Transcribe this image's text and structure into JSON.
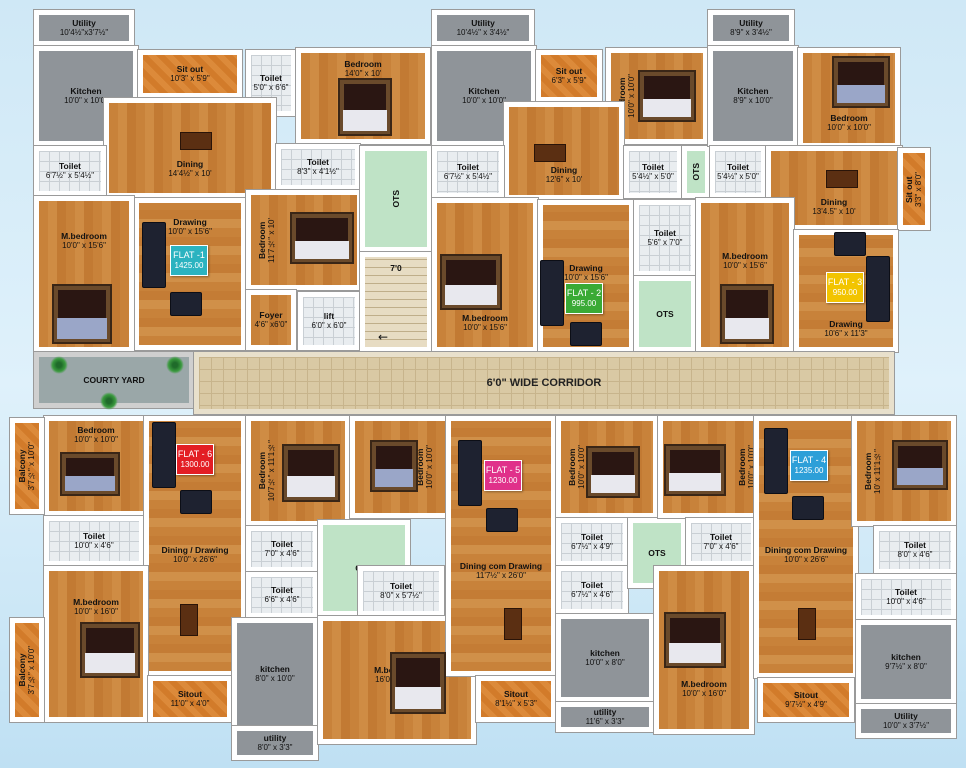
{
  "corridor": {
    "label": "6'0\" WIDE CORRIDOR"
  },
  "courtyard": {
    "label": "COURTY YARD"
  },
  "flats": [
    {
      "name": "FLAT -1",
      "area": "1425.00",
      "color": "#2bb3c0"
    },
    {
      "name": "FLAT - 2",
      "area": "995.00",
      "color": "#3aaa35"
    },
    {
      "name": "FLAT - 3",
      "area": "950.00",
      "color": "#f2c400"
    },
    {
      "name": "FLAT - 4",
      "area": "1235.00",
      "color": "#2d9fd8"
    },
    {
      "name": "FLAT - 5",
      "area": "1230.00",
      "color": "#e0318a"
    },
    {
      "name": "FLAT - 6",
      "area": "1300.00",
      "color": "#e31e24"
    }
  ],
  "rooms": [
    {
      "name": "Utility",
      "dim": "10'4½\"x3'7½\""
    },
    {
      "name": "Kitchen",
      "dim": "10'0\" x 10'0\""
    },
    {
      "name": "Sit out",
      "dim": "10'3\" x 5'9\""
    },
    {
      "name": "Toilet",
      "dim": "5'0\" x 6'6\""
    },
    {
      "name": "Bedroom",
      "dim": "14'0\" x 10'"
    },
    {
      "name": "Dining",
      "dim": "14'4½\" x 10'"
    },
    {
      "name": "Toilet",
      "dim": "6'7½\" x 5'4½\""
    },
    {
      "name": "Toilet",
      "dim": "8'3\" x 4'1½\""
    },
    {
      "name": "Drawing",
      "dim": "10'0\" x 15'6\""
    },
    {
      "name": "Bedroom",
      "dim": "11'7½\" x 10'"
    },
    {
      "name": "M.bedroom",
      "dim": "10'0\" x 15'6\""
    },
    {
      "name": "Foyer",
      "dim": "4'6\" x6'0\""
    },
    {
      "name": "lift",
      "dim": "6'0\" x 6'0\""
    },
    {
      "name": "OTS",
      "dim": ""
    },
    {
      "name": "7'0",
      "dim": ""
    },
    {
      "name": "Utility",
      "dim": "10'4½\" x 3'4½\""
    },
    {
      "name": "Kitchen",
      "dim": "10'0\" x 10'0\""
    },
    {
      "name": "Sit out",
      "dim": "6'3\" x 5'9\""
    },
    {
      "name": "Bedroom",
      "dim": "10'0\" x 10'0\""
    },
    {
      "name": "Dining",
      "dim": "12'6\" x 10'"
    },
    {
      "name": "Toilet",
      "dim": "6'7½\" x 5'4½\""
    },
    {
      "name": "Toilet",
      "dim": "5'4½\" x 5'0\""
    },
    {
      "name": "OTS",
      "dim": ""
    },
    {
      "name": "M.bedroom",
      "dim": "10'0\" x 15'6\""
    },
    {
      "name": "Drawing",
      "dim": "10'0\" x 15'6\""
    },
    {
      "name": "Toilet",
      "dim": "5'6\" x 7'0\""
    },
    {
      "name": "OTS",
      "dim": ""
    },
    {
      "name": "Utility",
      "dim": "8'9\" x 3'4½\""
    },
    {
      "name": "Kitchen",
      "dim": "8'9\" x 10'0\""
    },
    {
      "name": "Bedroom",
      "dim": "10'0\" x 10'0\""
    },
    {
      "name": "Toilet",
      "dim": "5'4½\" x 5'0\""
    },
    {
      "name": "Dining",
      "dim": "13'4.5\" x 10'"
    },
    {
      "name": "Sit out",
      "dim": "3'3\" x 8'0\""
    },
    {
      "name": "M.bedroom",
      "dim": "10'0\" x 15'6\""
    },
    {
      "name": "Drawing",
      "dim": "10'6\" x 11'3\""
    },
    {
      "name": "Bedroom",
      "dim": "10'0\" x 10'0\""
    },
    {
      "name": "Balcony",
      "dim": "3'7½\" x 10'0\""
    },
    {
      "name": "Toilet",
      "dim": "10'0\" x 4'6\""
    },
    {
      "name": "Dining / Drawing",
      "dim": "10'0\" x 26'6\""
    },
    {
      "name": "Bedroom",
      "dim": "10'7½\" x 11'1½\""
    },
    {
      "name": "Bedroom",
      "dim": "10'0\" x 10'0\""
    },
    {
      "name": "Toilet",
      "dim": "7'0\" x 4'6\""
    },
    {
      "name": "Toilet",
      "dim": "6'6\" x 4'6\""
    },
    {
      "name": "OTS",
      "dim": ""
    },
    {
      "name": "M.bedroom",
      "dim": "10'0\" x 16'0\""
    },
    {
      "name": "Balcony",
      "dim": "3'7½\" x 10'0\""
    },
    {
      "name": "Sitout",
      "dim": "11'0\" x 4'0\""
    },
    {
      "name": "kitchen",
      "dim": "8'0\" x 10'0\""
    },
    {
      "name": "utility",
      "dim": "8'0\" x 3'3\""
    },
    {
      "name": "Toilet",
      "dim": "8'0\" x 5'7½\""
    },
    {
      "name": "M.bedroom",
      "dim": "16'0\" x 10'0\""
    },
    {
      "name": "Dining com Drawing",
      "dim": "11'7½\" x 26'0\""
    },
    {
      "name": "Sitout",
      "dim": "8'1½\" x 5'3\""
    },
    {
      "name": "Bedroom",
      "dim": "10'0\" x 10'0\""
    },
    {
      "name": "Toilet",
      "dim": "6'7½\" x 4'9\""
    },
    {
      "name": "Toilet",
      "dim": "6'7½\" x 4'6\""
    },
    {
      "name": "kitchen",
      "dim": "10'0\" x 8'0\""
    },
    {
      "name": "utility",
      "dim": "11'6\" x 3'3\""
    },
    {
      "name": "OTS",
      "dim": ""
    },
    {
      "name": "Bedroom",
      "dim": "10'0\" x 10'0\""
    },
    {
      "name": "Toilet",
      "dim": "7'0\" x 4'6\""
    },
    {
      "name": "M.bedroom",
      "dim": "10'0\" x 16'0\""
    },
    {
      "name": "Dining com Drawing",
      "dim": "10'0\" x 26'6\""
    },
    {
      "name": "Sitout",
      "dim": "9'7½\" x 4'9\""
    },
    {
      "name": "Bedroom",
      "dim": "10' x 11'1½\""
    },
    {
      "name": "Toilet",
      "dim": "8'0\" x 4'6\""
    },
    {
      "name": "Toilet",
      "dim": "10'0\" x 4'6\""
    },
    {
      "name": "kitchen",
      "dim": "9'7½\" x 8'0\""
    },
    {
      "name": "Utility",
      "dim": "10'0\" x 3'7½\""
    }
  ],
  "colors": {
    "wood": "#c8823a",
    "corridor": "#d9c9a4",
    "ots": "#bfe3c6",
    "kitchen": "#8f9499",
    "wall": "#ffffff"
  }
}
